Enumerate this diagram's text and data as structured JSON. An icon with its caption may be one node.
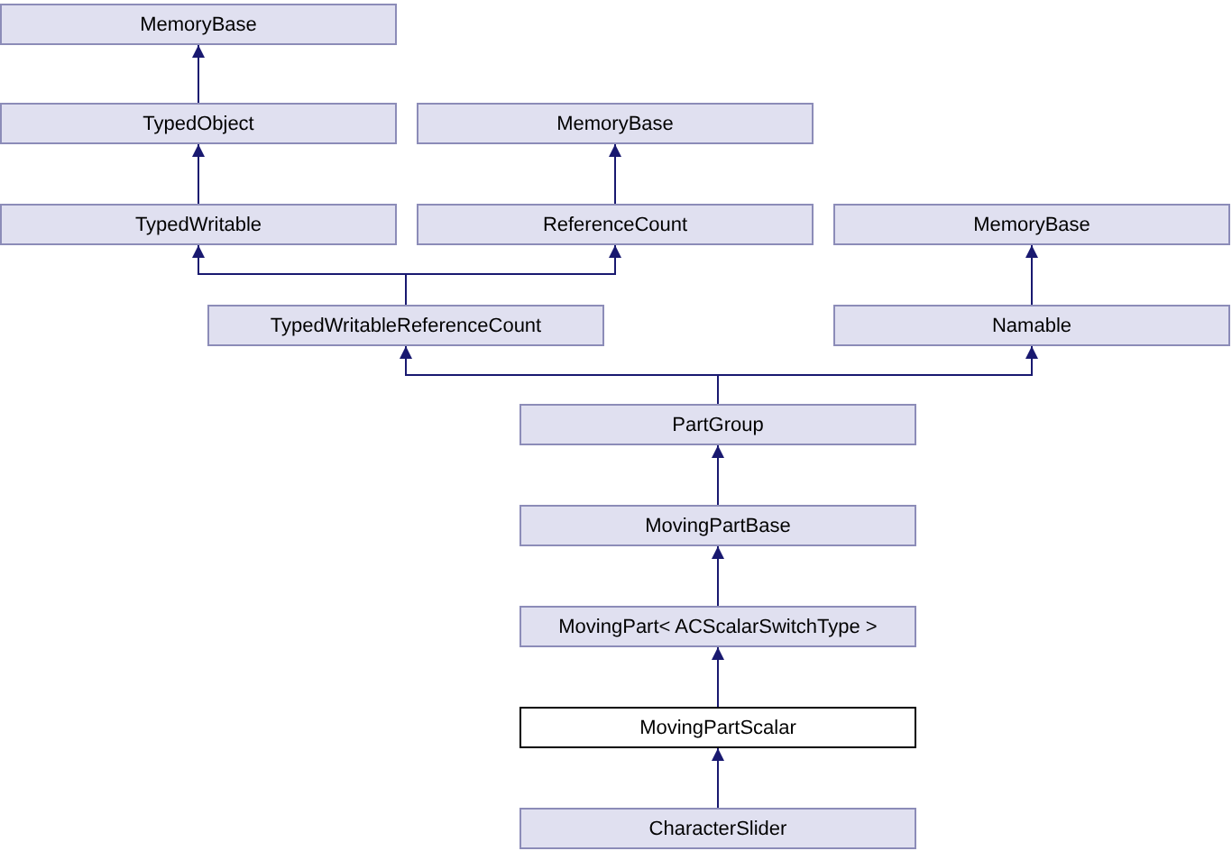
{
  "diagram": {
    "nodes": [
      {
        "text": [
          "MemoryBase"
        ]
      },
      {
        "text": [
          "TypedObject"
        ]
      },
      {
        "text": [
          "MemoryBase"
        ]
      },
      {
        "text": [
          "TypedWritable"
        ]
      },
      {
        "text": [
          "ReferenceCount"
        ]
      },
      {
        "text": [
          "MemoryBase"
        ]
      },
      {
        "text": [
          "TypedWritableReferenceCount"
        ]
      },
      {
        "text": [
          "Namable"
        ]
      },
      {
        "text": [
          "PartGroup"
        ]
      },
      {
        "text": [
          "MovingPartBase"
        ]
      },
      {
        "text": [
          "MovingPart< ACScalarSwitchType >"
        ]
      },
      {
        "text": [
          "MovingPartScalar"
        ]
      },
      {
        "text": [
          "CharacterSlider"
        ]
      }
    ],
    "edges": [
      {
        "from": 1,
        "to": 0,
        "arrow": "to"
      },
      {
        "from": 3,
        "to": 1,
        "arrow": "to"
      },
      {
        "from": 4,
        "to": 2,
        "arrow": "to"
      },
      {
        "from": 6,
        "to": 3,
        "arrow": "to"
      },
      {
        "from": 6,
        "to": 4,
        "arrow": "to"
      },
      {
        "from": 7,
        "to": 5,
        "arrow": "to"
      },
      {
        "from": 8,
        "to": 6,
        "arrow": "to"
      },
      {
        "from": 8,
        "to": 7,
        "arrow": "to"
      },
      {
        "from": 9,
        "to": 8,
        "arrow": "to"
      },
      {
        "from": 10,
        "to": 9,
        "arrow": "to"
      },
      {
        "from": 11,
        "to": 10,
        "arrow": "to"
      },
      {
        "from": 12,
        "to": 11,
        "arrow": "to"
      }
    ]
  }
}
